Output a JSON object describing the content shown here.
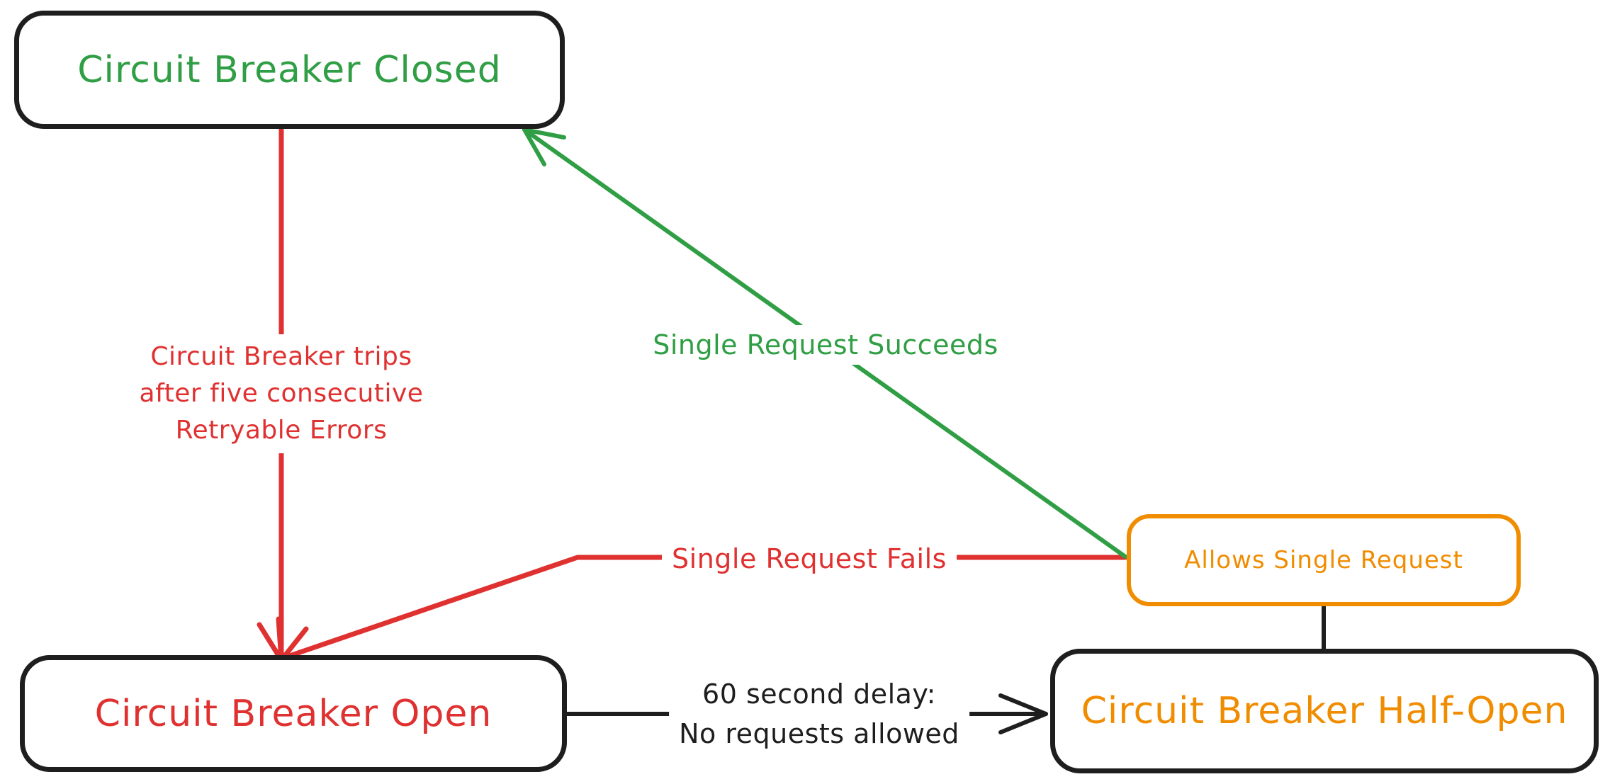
{
  "colors": {
    "green": "#2f9e44",
    "red": "#e03131",
    "orange": "#f08c00",
    "ink": "#1e1e1e",
    "background": "#ffffff"
  },
  "nodes": {
    "closed": {
      "label": "Circuit Breaker Closed"
    },
    "open": {
      "label": "Circuit Breaker Open"
    },
    "half_open": {
      "label": "Circuit Breaker Half-Open"
    },
    "allows_single_request": {
      "label": "Allows Single Request"
    }
  },
  "edges": {
    "trips": {
      "lines": [
        "Circuit Breaker trips",
        "after five consecutive",
        "Retryable Errors"
      ]
    },
    "succeeds": {
      "label": "Single Request Succeeds"
    },
    "fails": {
      "label": "Single Request Fails"
    },
    "delay": {
      "lines": [
        "60 second delay:",
        "No requests allowed"
      ]
    }
  }
}
